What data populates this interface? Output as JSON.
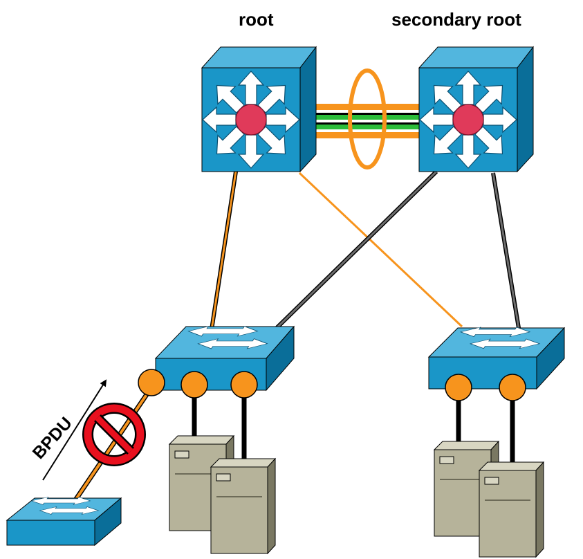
{
  "labels": {
    "root": "root",
    "secondary_root": "secondary root",
    "bpdu": "BPDU"
  },
  "colors": {
    "device_front": "#1a96c8",
    "device_top": "#52b6de",
    "device_side": "#0a6e99",
    "core_center": "#e03a5a",
    "link_orange": "#f7941d",
    "link_green": "#2bbd3a",
    "link_gray": "#6d6d6d",
    "port_orange": "#f7941d",
    "server_body": "#b6b39a",
    "blocked_red": "#e8101e"
  },
  "icons": {
    "core_switch": "multilayer-switch-icon",
    "access_switch": "workgroup-switch-icon",
    "server": "server-tower-icon",
    "blocked": "prohibited-icon"
  },
  "annotations": {
    "bpdu_arrow_direction": "up-right",
    "etherchannel": "port-channel ring around inter-switch links"
  }
}
